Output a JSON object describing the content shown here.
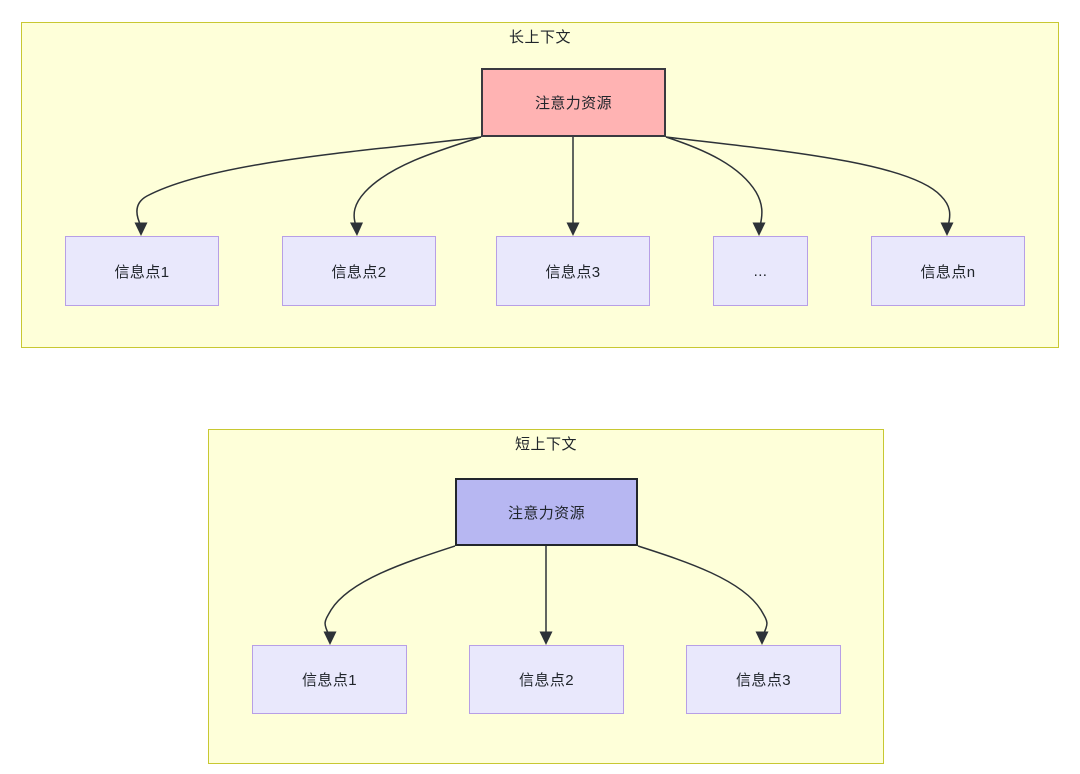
{
  "diagram": {
    "panels": [
      {
        "id": "long-context",
        "title": "长上下文",
        "attention_node": {
          "label": "注意力资源",
          "fill": "#FFB3B3",
          "stroke": "#3A3A40"
        },
        "info_nodes": [
          {
            "label": "信息点1"
          },
          {
            "label": "信息点2"
          },
          {
            "label": "信息点3"
          },
          {
            "label": "..."
          },
          {
            "label": "信息点n"
          }
        ],
        "edge_count": 5,
        "panel_fill": "#FEFFD9",
        "panel_stroke": "#C8C832"
      },
      {
        "id": "short-context",
        "title": "短上下文",
        "attention_node": {
          "label": "注意力资源",
          "fill": "#B7B7F2",
          "stroke": "#22262c"
        },
        "info_nodes": [
          {
            "label": "信息点1"
          },
          {
            "label": "信息点2"
          },
          {
            "label": "信息点3"
          }
        ],
        "edge_count": 3,
        "panel_fill": "#FEFFD9",
        "panel_stroke": "#C8C832"
      }
    ],
    "info_node_fill": "#E9E8FC",
    "info_node_stroke": "#B79FE6",
    "edge_color": "#2d3238"
  }
}
